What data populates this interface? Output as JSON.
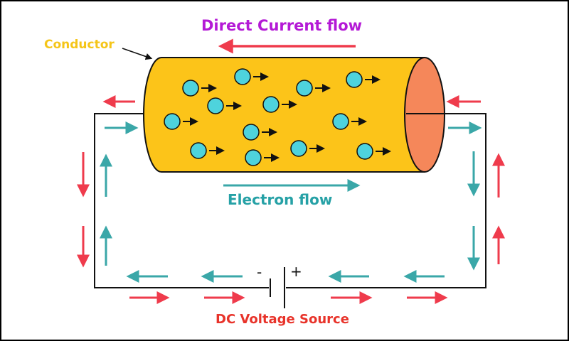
{
  "title": "Direct Current flow",
  "conductor_label": "Conductor",
  "electron_flow_label": "Electron flow",
  "source_label": "DC Voltage Source",
  "terminal_minus": "-",
  "terminal_plus": "+",
  "colors": {
    "title": "#b419d6",
    "conductor_label": "#f5c518",
    "electron_flow": "#26a1a6",
    "source_label": "#e8332a",
    "current_arrow": "#ef3b4c",
    "electron_arrow": "#3aa7a8",
    "conductor_body": "#fcc419",
    "conductor_end": "#f5875a",
    "electron": "#4ed3dd",
    "wire": "#111111"
  }
}
